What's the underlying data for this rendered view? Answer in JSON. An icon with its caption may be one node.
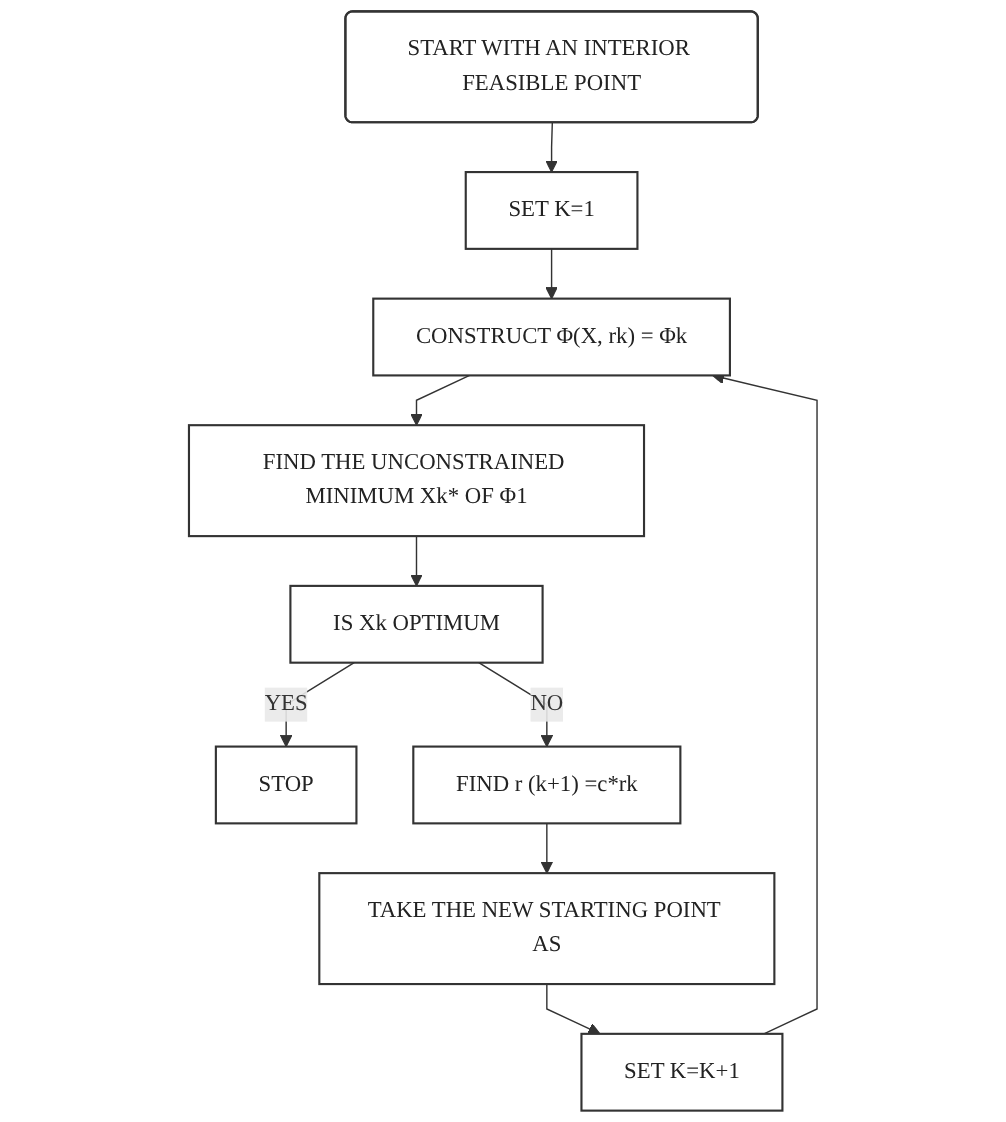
{
  "diagram": {
    "nodes": [
      {
        "text": [
          "START WITH AN INTERIOR FEASIBLE POINT"
        ]
      },
      {
        "text": [
          "SET K=1"
        ]
      },
      {
        "text": [
          "CONSTRUCT Φ(X, rk) = Φk"
        ]
      },
      {
        "text": [
          "FIND THE UNCONSTRAINED MINIMUM Xk* OF Φ1"
        ]
      },
      {
        "text": [
          "IS Xk OPTIMUM"
        ]
      },
      {
        "text": [
          "STOP"
        ]
      },
      {
        "text": [
          "FIND r (k+1) =c*rk"
        ]
      },
      {
        "text": [
          "TAKE THE NEW STARTING POINT AS"
        ]
      },
      {
        "text": [
          "SET K=K+1"
        ]
      }
    ],
    "edges": [
      {
        "from": 0,
        "to": 1,
        "arrow": "to"
      },
      {
        "from": 1,
        "to": 2,
        "arrow": "to"
      },
      {
        "from": 2,
        "to": 3,
        "arrow": "to"
      },
      {
        "from": 3,
        "to": 4,
        "arrow": "to"
      },
      {
        "from": 4,
        "to": 5,
        "arrow": "to",
        "label": "YES"
      },
      {
        "from": 4,
        "to": 6,
        "arrow": "to",
        "label": "NO"
      },
      {
        "from": 6,
        "to": 7,
        "arrow": "to"
      },
      {
        "from": 7,
        "to": 8,
        "arrow": "to"
      },
      {
        "from": 8,
        "to": 2,
        "arrow": "to"
      }
    ]
  }
}
